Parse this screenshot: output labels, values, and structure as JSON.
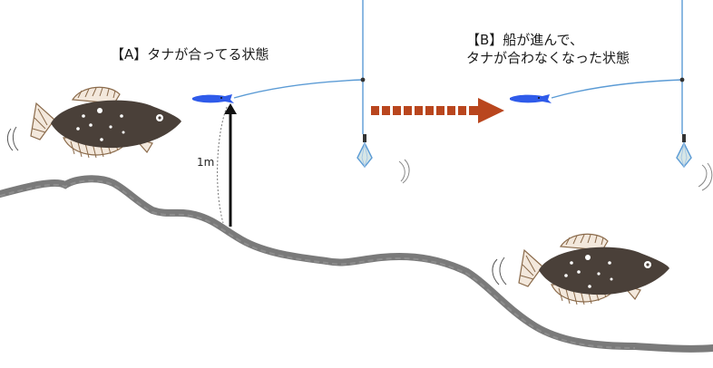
{
  "scenario_a": {
    "label": "【A】タナが合ってる状態",
    "distance_label": "1m"
  },
  "scenario_b": {
    "label_line1": "【B】船が進んで、",
    "label_line2": "タナが合わなくなった状態"
  },
  "colors": {
    "seabed": "#7a7a7a",
    "fishing_line": "#5b9bd5",
    "bait": "#2f5bea",
    "arrow": "#b9461e",
    "flatfish_body": "#4a4039",
    "flatfish_fin": "#8a6a4a",
    "sinker_fill": "#d6e6e6",
    "sinker_stroke": "#5b9bd5"
  },
  "icons": {
    "fish_a": "flatfish-icon",
    "fish_b": "flatfish-icon",
    "bait_a": "bait-fish-icon",
    "bait_b": "bait-fish-icon",
    "sinker_a": "sinker-icon",
    "sinker_b": "sinker-icon",
    "transition_arrow": "dashed-right-arrow-icon",
    "height_arrow": "up-arrow-icon"
  }
}
